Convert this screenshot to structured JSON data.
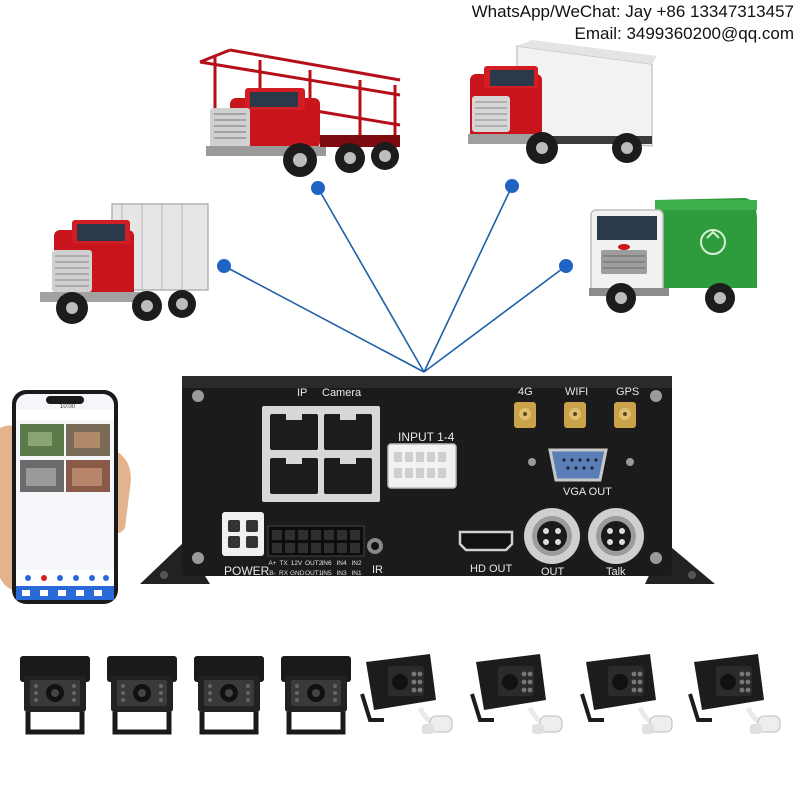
{
  "contact": {
    "whatsapp": "WhatsApp/WeChat: Jay +86 13347313457",
    "email": "Email: 3499360200@qq.com"
  },
  "dvr": {
    "labels": {
      "ip": "IP",
      "camera": "Camera",
      "input": "INPUT 1-4",
      "g4": "4G",
      "wifi": "WIFI",
      "gps": "GPS",
      "vga_out": "VGA OUT",
      "power": "POWER",
      "ir": "IR",
      "hd_out": "HD OUT",
      "out": "OUT",
      "talk": "Talk"
    },
    "terminal_row1": [
      "A+",
      "TX",
      "12V",
      "OUT2",
      "IN6",
      "IN4",
      "IN2"
    ],
    "terminal_row2": [
      "B-",
      "RX",
      "GND",
      "OUT1",
      "IN5",
      "IN3",
      "IN1"
    ]
  },
  "phone": {
    "time": "10:00"
  },
  "colors": {
    "line": "#1f5fa8",
    "dot": "#1f63c4",
    "dvr_body": "#1b1b1b",
    "truck_red": "#c8141c",
    "garbage_green": "#2e9b3c"
  }
}
